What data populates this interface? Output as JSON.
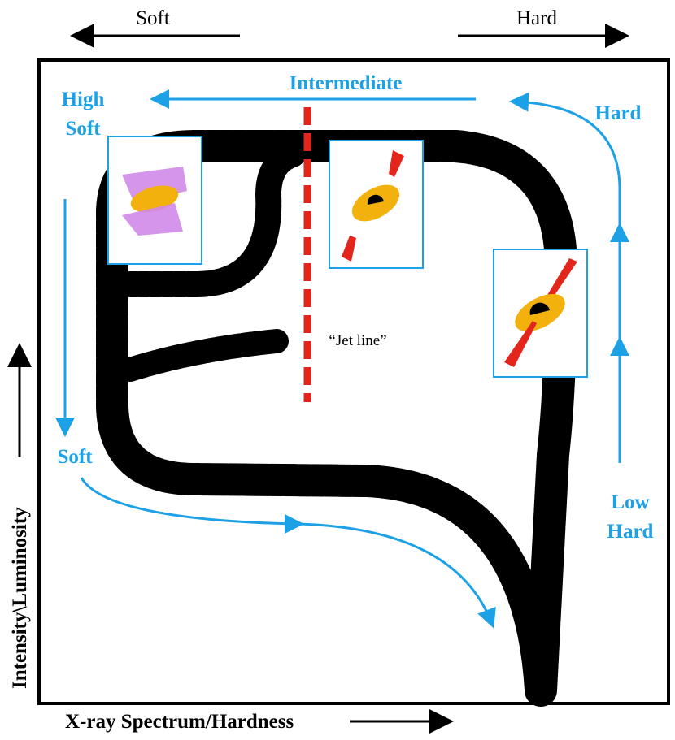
{
  "top_axis": {
    "soft_label": "Soft",
    "hard_label": "Hard"
  },
  "x_axis_label": "X-ray Spectrum/Hardness",
  "y_axis_label": "Intensity\\Luminosity",
  "states": {
    "intermediate": "Intermediate",
    "high_soft_line1": "High",
    "high_soft_line2": "Soft",
    "hard": "Hard",
    "soft": "Soft",
    "low_hard_line1": "Low",
    "low_hard_line2": "Hard"
  },
  "jet_line_label": "“Jet line”",
  "colors": {
    "accent_blue": "#1da1e6",
    "jet_red": "#e4251b",
    "disk_orange": "#f2b10d",
    "wind_purple": "#d08ae8"
  }
}
